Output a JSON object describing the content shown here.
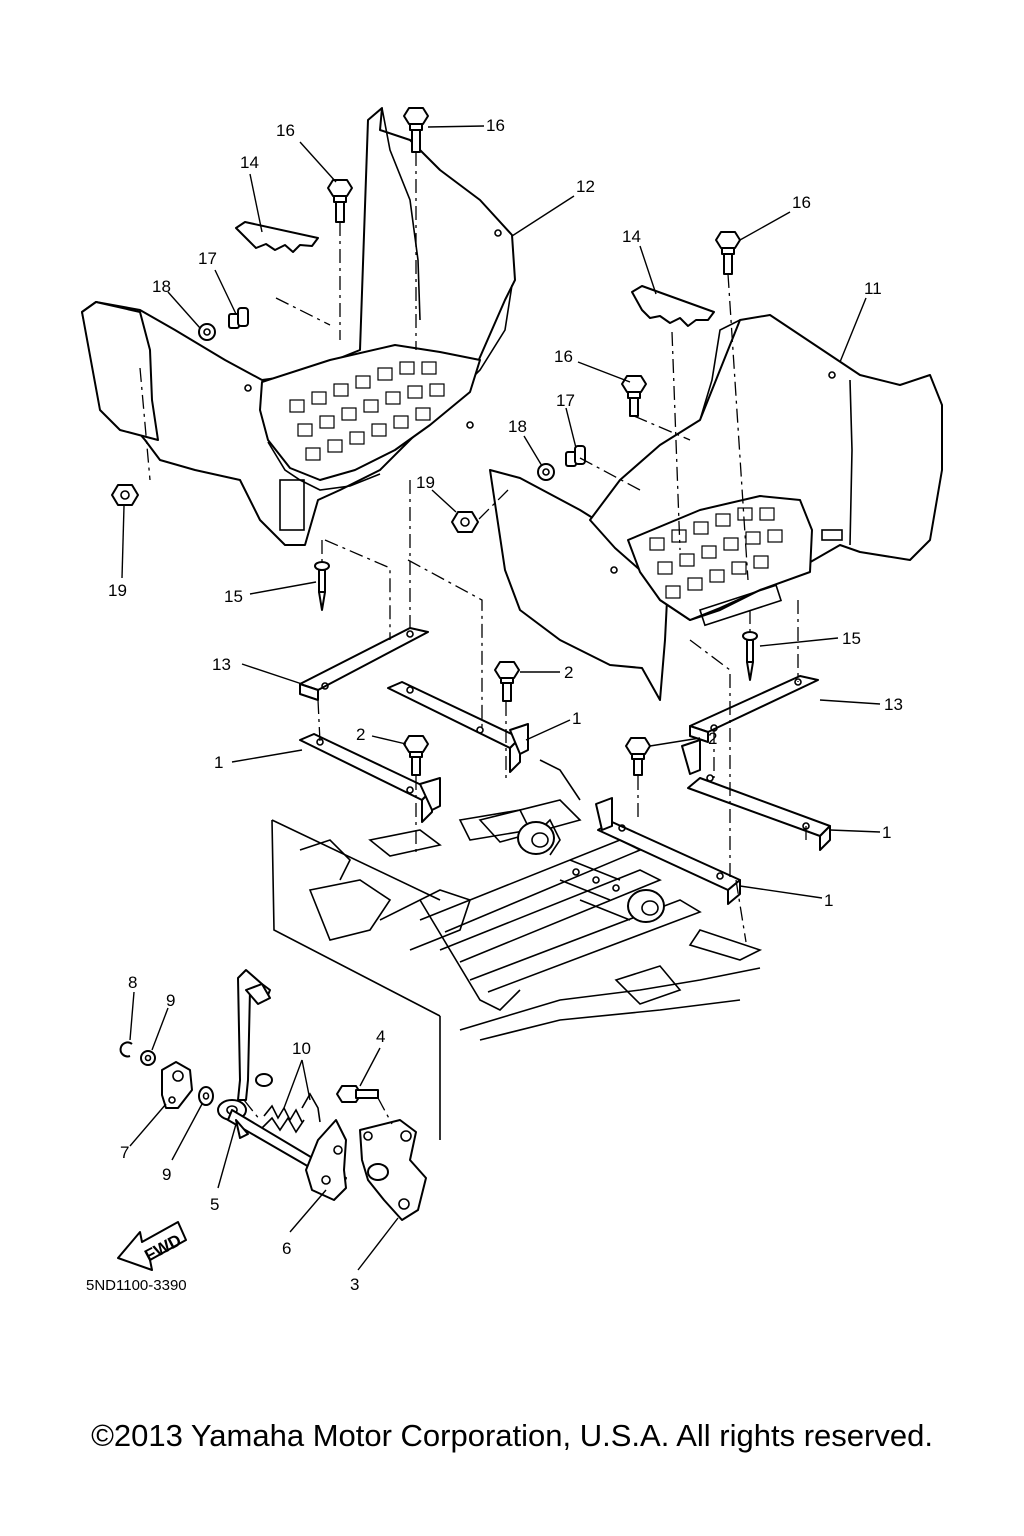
{
  "diagram": {
    "callouts": [
      {
        "id": "c16a",
        "text": "16"
      },
      {
        "id": "c16b",
        "text": "16"
      },
      {
        "id": "c14a",
        "text": "14"
      },
      {
        "id": "c12",
        "text": "12"
      },
      {
        "id": "c16c",
        "text": "16"
      },
      {
        "id": "c17a",
        "text": "17"
      },
      {
        "id": "c18a",
        "text": "18"
      },
      {
        "id": "c14b",
        "text": "14"
      },
      {
        "id": "c11",
        "text": "11"
      },
      {
        "id": "c16d",
        "text": "16"
      },
      {
        "id": "c17b",
        "text": "17"
      },
      {
        "id": "c18b",
        "text": "18"
      },
      {
        "id": "c19a",
        "text": "19"
      },
      {
        "id": "c19b",
        "text": "19"
      },
      {
        "id": "c15a",
        "text": "15"
      },
      {
        "id": "c15b",
        "text": "15"
      },
      {
        "id": "c13a",
        "text": "13"
      },
      {
        "id": "c2a",
        "text": "2"
      },
      {
        "id": "c1a",
        "text": "1"
      },
      {
        "id": "c13b",
        "text": "13"
      },
      {
        "id": "c2b",
        "text": "2"
      },
      {
        "id": "c1b",
        "text": "1"
      },
      {
        "id": "c2c",
        "text": "2"
      },
      {
        "id": "c1c",
        "text": "1"
      },
      {
        "id": "c1d",
        "text": "1"
      },
      {
        "id": "c8",
        "text": "8"
      },
      {
        "id": "c9a",
        "text": "9"
      },
      {
        "id": "c10",
        "text": "10"
      },
      {
        "id": "c4",
        "text": "4"
      },
      {
        "id": "c7",
        "text": "7"
      },
      {
        "id": "c9b",
        "text": "9"
      },
      {
        "id": "c5",
        "text": "5"
      },
      {
        "id": "c6",
        "text": "6"
      },
      {
        "id": "c3",
        "text": "3"
      }
    ],
    "fwd_label": "FWD",
    "diagram_code": "5ND1100-3390"
  },
  "footer": {
    "copyright": "©2013 Yamaha Motor Corporation, U.S.A. All rights reserved."
  }
}
